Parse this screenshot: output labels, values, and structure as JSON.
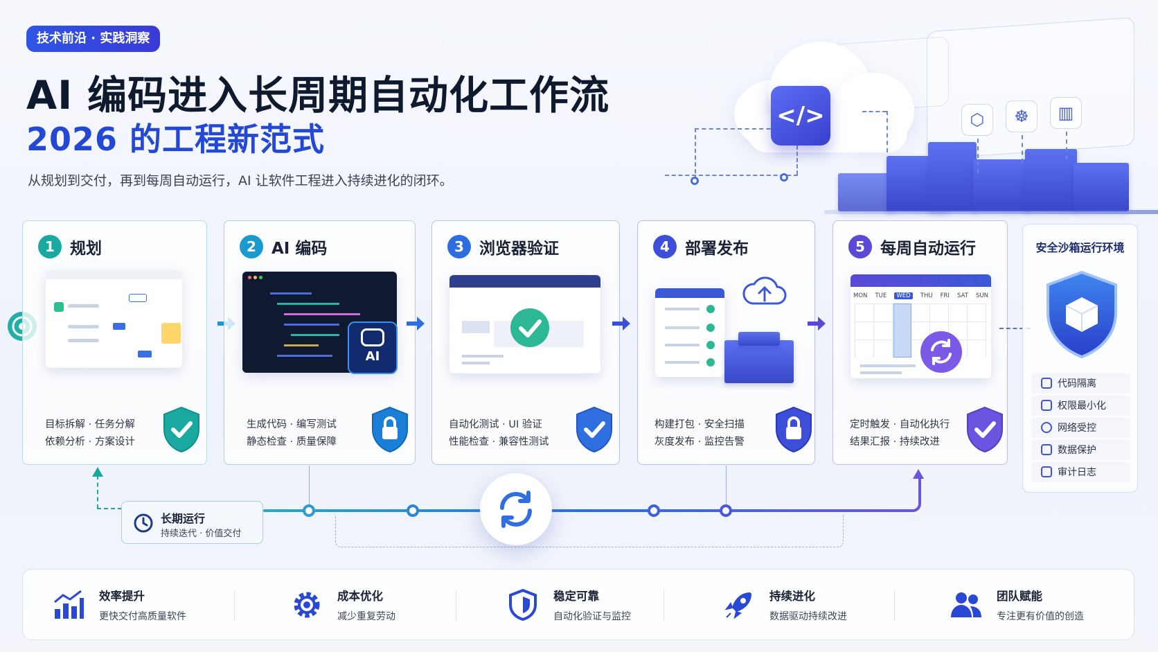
{
  "header": {
    "tag": "技术前沿 · 实践洞察",
    "title": "AI 编码进入长周期自动化工作流",
    "subtitle_title": "2026 的工程新范式",
    "description": "从规划到交付，再到每周自动运行，AI 让软件工程进入持续进化的闭环。"
  },
  "colors": {
    "accent_blue": "#2448d6",
    "teal": "#1fb0a8",
    "purple": "#6b55e0"
  },
  "steps": [
    {
      "num": "1",
      "title": "规划",
      "desc_line1": "目标拆解 · 任务分解",
      "desc_line2": "依赖分析 · 方案设计",
      "icon": "check-shield-icon",
      "color": "#1aa9a0"
    },
    {
      "num": "2",
      "title": "AI 编码",
      "desc_line1": "生成代码 · 编写测试",
      "desc_line2": "静态检查 · 质量保障",
      "icon": "lock-shield-icon",
      "color": "#1b9ad0",
      "badge": "AI"
    },
    {
      "num": "3",
      "title": "浏览器验证",
      "desc_line1": "自动化测试 · UI  验证",
      "desc_line2": "性能检查 · 兼容性测试",
      "icon": "check-shield-icon",
      "color": "#2d6de0"
    },
    {
      "num": "4",
      "title": "部署发布",
      "desc_line1": "构建打包 · 安全扫描",
      "desc_line2": "灰度发布 · 监控告警",
      "icon": "lock-shield-icon",
      "color": "#3d4fd8"
    },
    {
      "num": "5",
      "title": "每周自动运行",
      "desc_line1": "定时触发 · 自动化执行",
      "desc_line2": "结果汇报 · 持续改进",
      "icon": "check-shield-icon",
      "color": "#5a49d6"
    }
  ],
  "calendar_days": [
    "MON",
    "TUE",
    "WED",
    "THU",
    "FRI",
    "SAT",
    "SUN"
  ],
  "sandbox": {
    "title": "安全沙箱运行环境",
    "items": [
      "代码隔离",
      "权限最小化",
      "网络受控",
      "数据保护",
      "审计日志"
    ]
  },
  "long_run": {
    "title": "长期运行",
    "subtitle": "持续迭代 · 价值交付"
  },
  "features": [
    {
      "title": "效率提升",
      "subtitle": "更快交付高质量软件",
      "icon": "bar-chart-icon"
    },
    {
      "title": "成本优化",
      "subtitle": "减少重复劳动",
      "icon": "gear-icon"
    },
    {
      "title": "稳定可靠",
      "subtitle": "自动化验证与监控",
      "icon": "shield-icon"
    },
    {
      "title": "持续进化",
      "subtitle": "数据驱动持续改进",
      "icon": "rocket-icon"
    },
    {
      "title": "团队赋能",
      "subtitle": "专注更有价值的创造",
      "icon": "team-icon"
    }
  ]
}
